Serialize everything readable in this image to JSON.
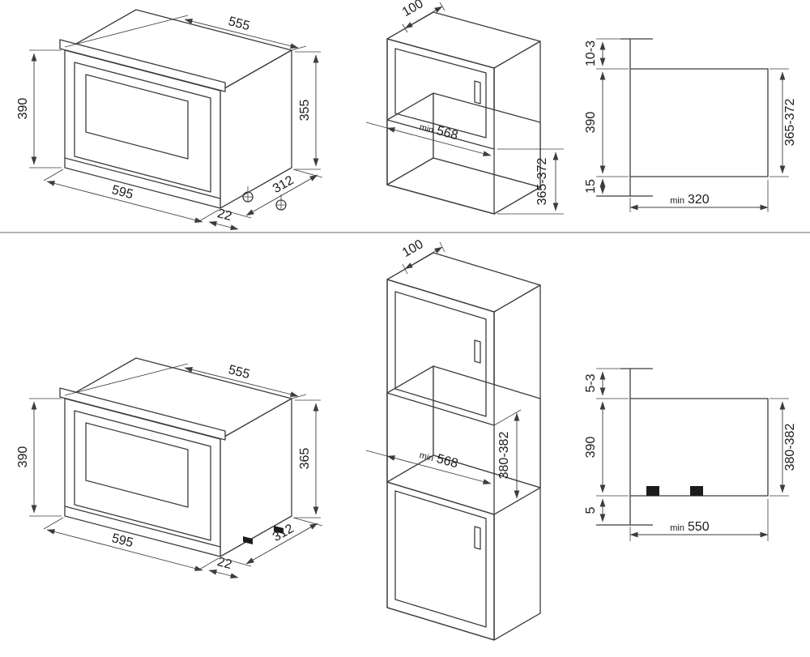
{
  "top": {
    "oven": {
      "width_top": "555",
      "height_front": "390",
      "height_side": "355",
      "width_front": "595",
      "depth": "312",
      "door_overhang": "22"
    },
    "cabinet": {
      "top_depth": "100",
      "niche_width_prefix": "min",
      "niche_width": "568",
      "niche_height": "365-372"
    },
    "section": {
      "top_gap": "10-3",
      "oven_height": "390",
      "niche_height": "365-372",
      "bottom_gap": "15",
      "depth_prefix": "min",
      "depth": "320"
    }
  },
  "bottom": {
    "oven": {
      "width_top": "555",
      "height_front": "390",
      "height_side": "365",
      "width_front": "595",
      "depth": "312",
      "door_overhang": "22"
    },
    "cabinet": {
      "top_depth": "100",
      "niche_width_prefix": "min",
      "niche_width": "568",
      "niche_height": "380-382"
    },
    "section": {
      "top_gap": "5-3",
      "oven_height": "390",
      "niche_height": "380-382",
      "bottom_gap": "5",
      "depth_prefix": "min",
      "depth": "550"
    }
  }
}
